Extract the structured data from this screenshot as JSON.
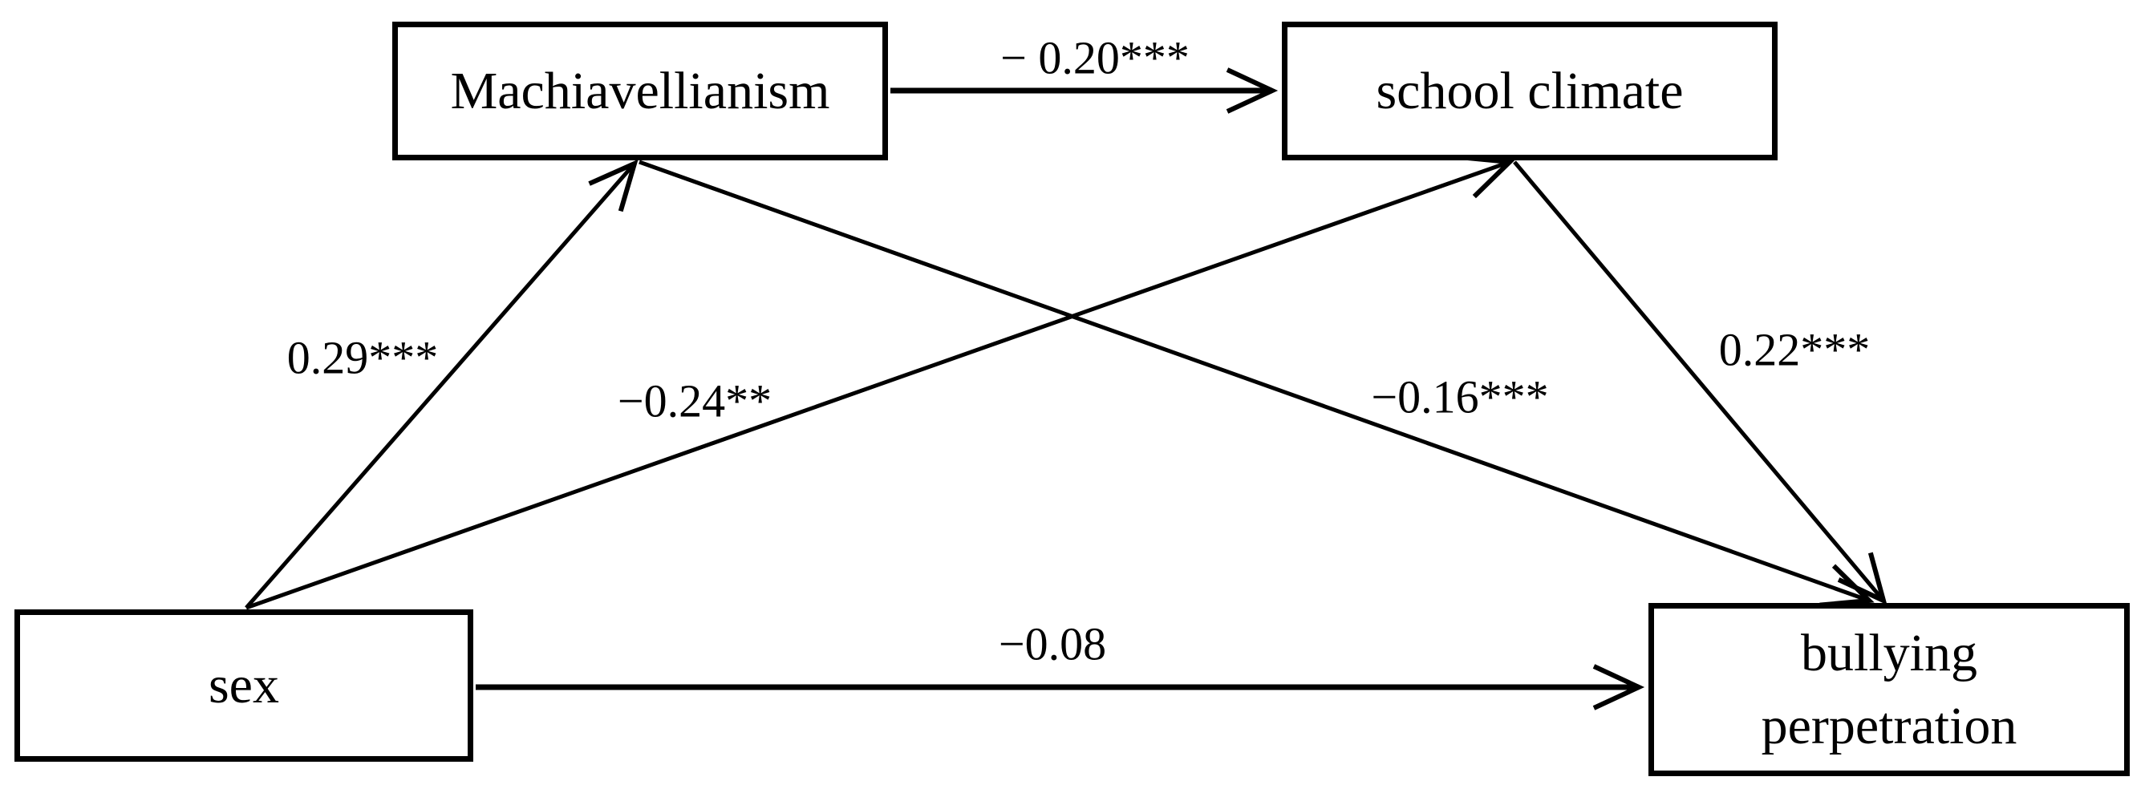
{
  "figure": {
    "type": "path-diagram"
  },
  "nodes": {
    "machiavellianism": {
      "label": "Machiavellianism"
    },
    "school_climate": {
      "label": "school climate"
    },
    "sex": {
      "label": "sex"
    },
    "bullying_perpetration": {
      "line1": "bullying",
      "line2": "perpetration"
    }
  },
  "edges": {
    "mach_to_climate": {
      "from": "Machiavellianism",
      "to": "school climate",
      "label": "− 0.20***"
    },
    "sex_to_mach": {
      "from": "sex",
      "to": "Machiavellianism",
      "label": "0.29***"
    },
    "sex_to_climate": {
      "from": "sex",
      "to": "school climate",
      "label": "−0.24**"
    },
    "mach_to_bullying": {
      "from": "Machiavellianism",
      "to": "bullying perpetration",
      "label": "−0.16***"
    },
    "climate_to_bullying": {
      "from": "school climate",
      "to": "bullying perpetration",
      "label": "0.22***"
    },
    "sex_to_bullying": {
      "from": "sex",
      "to": "bullying perpetration",
      "label": "−0.08"
    }
  },
  "colors": {
    "line": "#000000",
    "text": "#000000",
    "background": "#ffffff"
  }
}
